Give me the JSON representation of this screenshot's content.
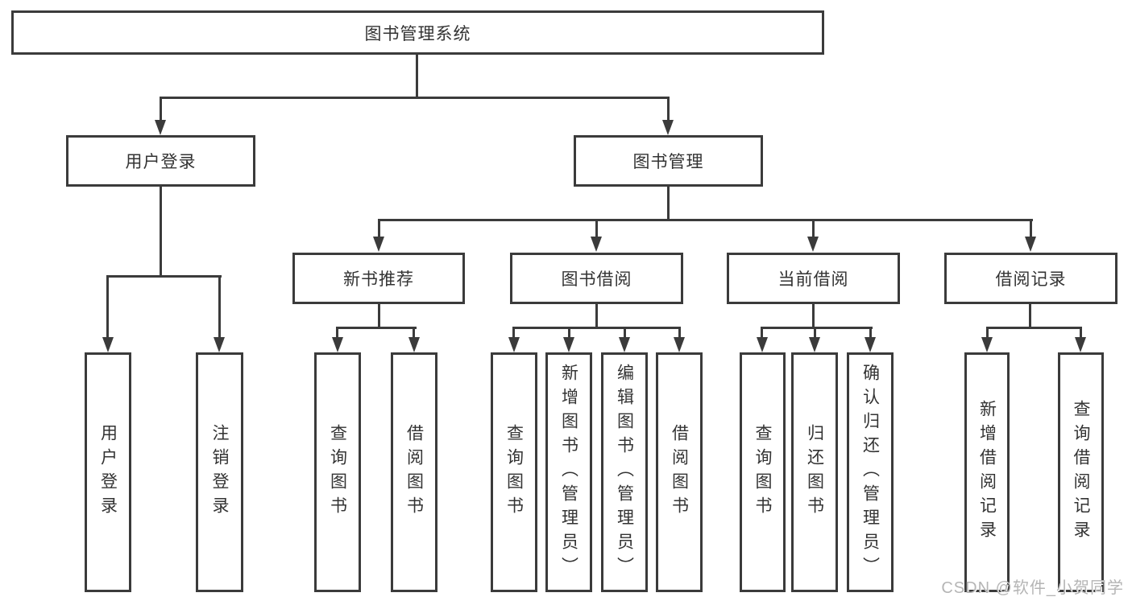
{
  "diagram": {
    "title": "图书管理系统",
    "colors": {
      "line": "#3b3b3b",
      "text": "#333333",
      "background": "#ffffff",
      "watermark": "#b5b5b5"
    },
    "nodes": {
      "root": "图书管理系统",
      "level2": {
        "user_login": "用户登录",
        "book_mgmt": "图书管理"
      },
      "level3": {
        "new_book": "新书推荐",
        "book_borrow": "图书借阅",
        "current_borrow": "当前借阅",
        "borrow_record": "借阅记录"
      },
      "leaves": [
        "用户登录",
        "注销登录",
        "查询图书",
        "借阅图书",
        "查询图书",
        "新增图书（管理员）",
        "编辑图书（管理员）",
        "借阅图书",
        "查询图书",
        "归还图书",
        "确认归还（管理员）",
        "新增借阅记录",
        "查询借阅记录"
      ]
    },
    "watermark": "CSDN @软件_小贺同学"
  }
}
